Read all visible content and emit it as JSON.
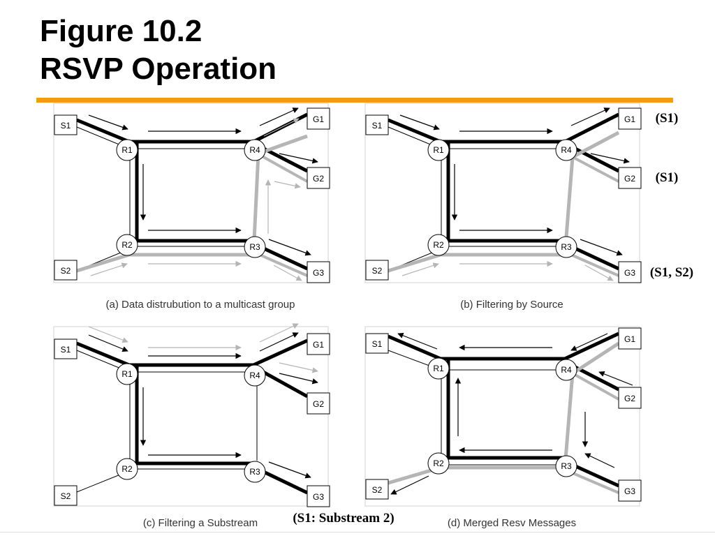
{
  "slide": {
    "title_line1": "Figure 10.2",
    "title_line2": "RSVP Operation",
    "accent_color": "#f39c12"
  },
  "panels": [
    {
      "id": "a",
      "caption": "(a) Data distrubution to a multicast group",
      "routers": [
        "R1",
        "R2",
        "R3",
        "R4"
      ],
      "sources": [
        "S1",
        "S2"
      ],
      "groups": [
        "G1",
        "G2",
        "G3"
      ]
    },
    {
      "id": "b",
      "caption": "(b) Filtering by Source",
      "routers": [
        "R1",
        "R2",
        "R3",
        "R4"
      ],
      "sources": [
        "S1",
        "S2"
      ],
      "groups": [
        "G1",
        "G2",
        "G3"
      ],
      "annotations": [
        "(S1)",
        "(S1)",
        "(S1, S2)"
      ]
    },
    {
      "id": "c",
      "caption": "(c) Filtering a Substream",
      "routers": [
        "R1",
        "R2",
        "R3",
        "R4"
      ],
      "sources": [
        "S1",
        "S2"
      ],
      "groups": [
        "G1",
        "G2",
        "G3"
      ],
      "annotations": [
        "(S1: Substream 2)"
      ]
    },
    {
      "id": "d",
      "caption": "(d) Merged Resv Messages",
      "routers": [
        "R1",
        "R2",
        "R3",
        "R4"
      ],
      "sources": [
        "S1",
        "S2"
      ],
      "groups": [
        "G1",
        "G2",
        "G3"
      ]
    }
  ]
}
